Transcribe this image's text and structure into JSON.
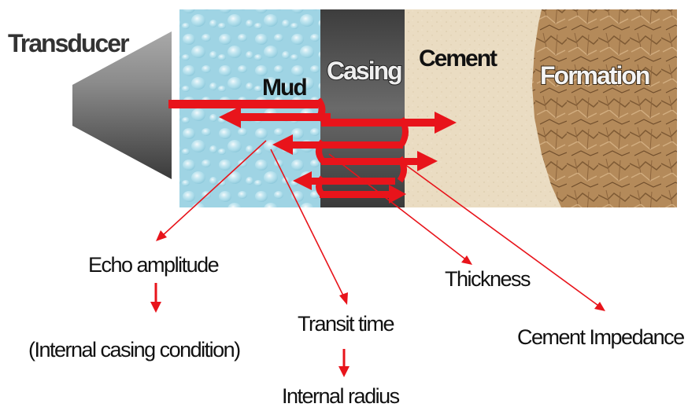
{
  "diagram": {
    "layers": {
      "mud": "Mud",
      "casing": "Casing",
      "cement": "Cement",
      "formation": "Formation"
    },
    "transducer": "Transducer",
    "measurements": {
      "echo_amplitude": "Echo amplitude",
      "internal_casing_condition": "(Internal casing condition)",
      "transit_time": "Transit time",
      "internal_radius": "Internal radius",
      "thickness": "Thickness",
      "cement_impedance": "Cement Impedance"
    },
    "colors": {
      "signal": "#e8141b",
      "mud": "#9dd3e3",
      "casing": "#555555",
      "cement": "#eadcc3",
      "formation": "#b58958",
      "transducer": "#7a7a7a"
    }
  }
}
